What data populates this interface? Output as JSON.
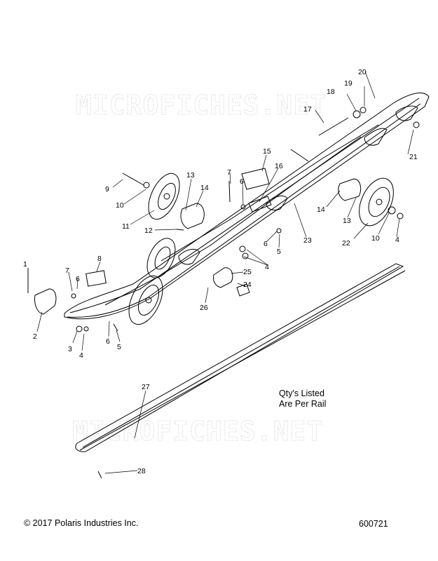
{
  "watermark": "MICROFICHES.NET",
  "note": {
    "line1": "Qty's Listed",
    "line2": "Are Per Rail"
  },
  "footer": {
    "copyright": "© 2017 Polaris Industries Inc.",
    "figure_id": "600721"
  },
  "callouts": [
    "1",
    "2",
    "3",
    "4",
    "5",
    "6",
    "7",
    "8",
    "9",
    "10",
    "11",
    "12",
    "13",
    "14",
    "15",
    "16",
    "17",
    "18",
    "19",
    "20",
    "21",
    "22",
    "23",
    "24",
    "25",
    "26",
    "27",
    "28"
  ]
}
